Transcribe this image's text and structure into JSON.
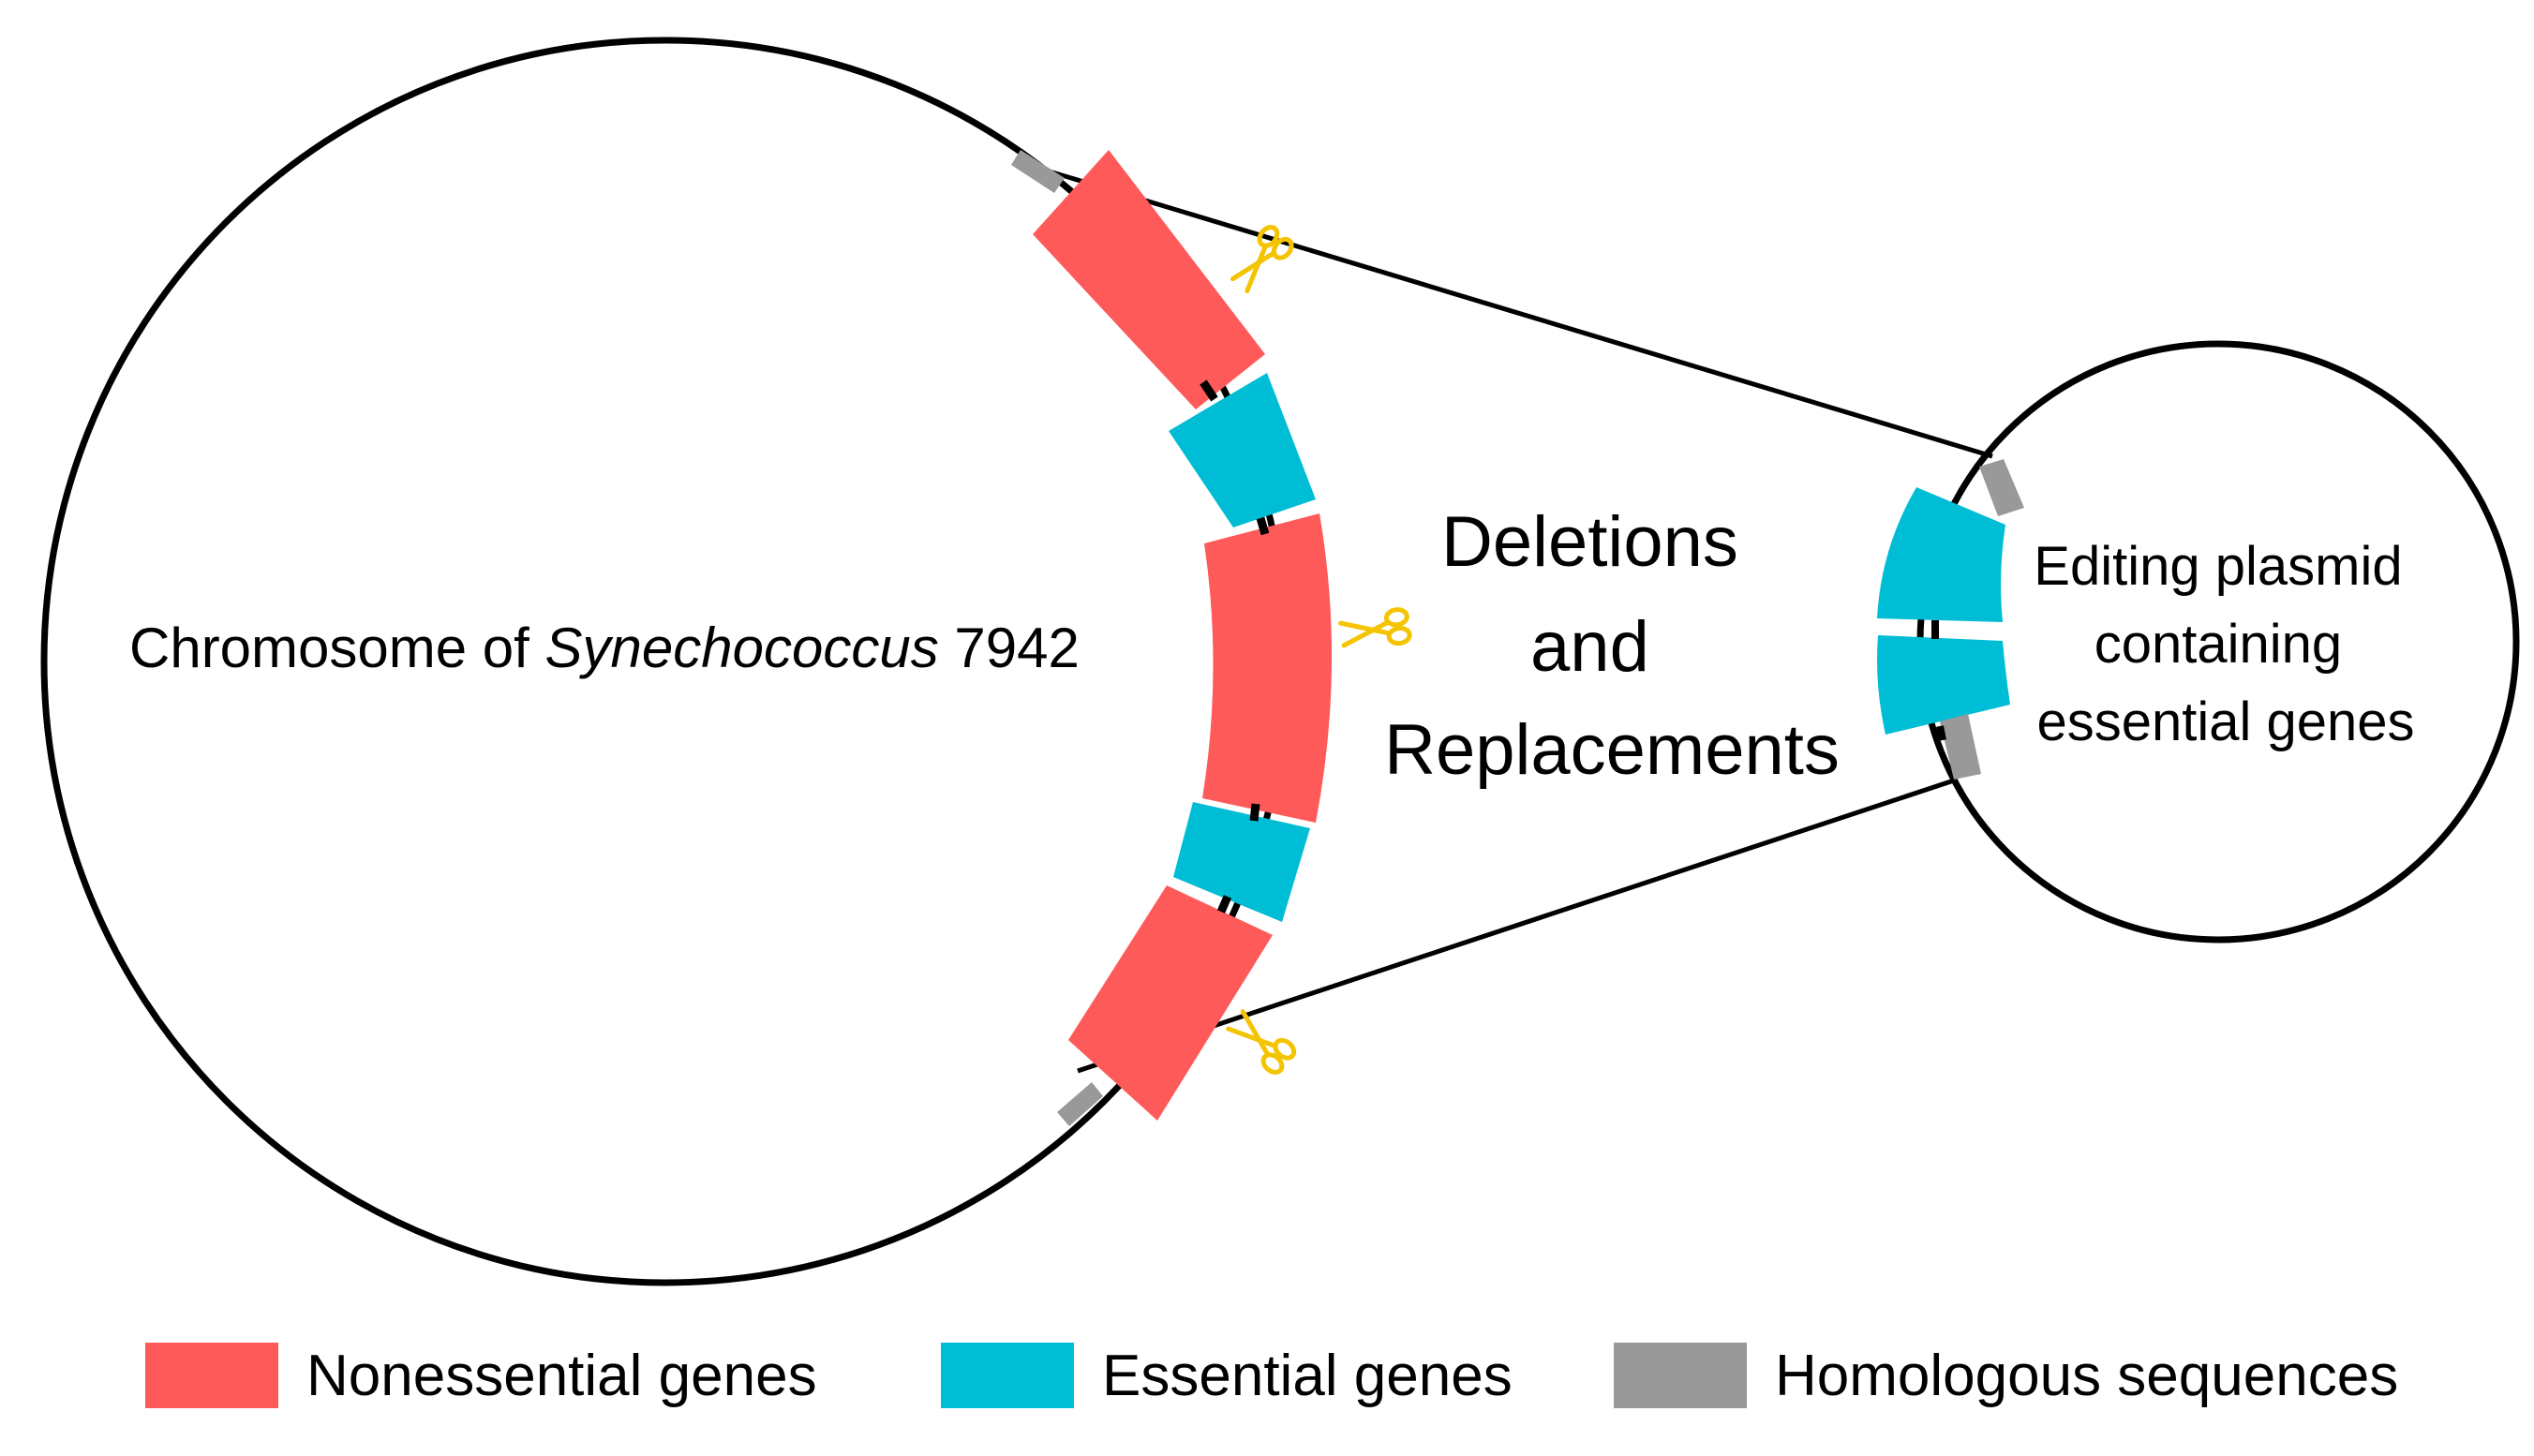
{
  "chromosome": {
    "label_pre": "Chromosome of ",
    "label_italic": "Synechococcus",
    "label_post": " 7942"
  },
  "center_label": [
    "Deletions",
    "and",
    "Replacements"
  ],
  "plasmid": {
    "label_lines": [
      "Editing plasmid",
      "containing",
      "essential genes"
    ]
  },
  "legend": [
    {
      "key": "nonessential",
      "label": "Nonessential genes",
      "color": "#fe5a59"
    },
    {
      "key": "essential",
      "label": "Essential genes",
      "color": "#00bdd6"
    },
    {
      "key": "homologous",
      "label": "Homologous sequences",
      "color": "#999999"
    }
  ],
  "colors": {
    "nonessential": "#fe5a59",
    "essential": "#00bdd6",
    "homologous": "#999999",
    "scissors": "#f5c400",
    "outline": "#000000"
  },
  "chromosome_segments": [
    "homologous",
    "nonessential",
    "essential",
    "nonessential",
    "essential",
    "nonessential",
    "homologous"
  ],
  "plasmid_segments": [
    "homologous",
    "essential",
    "essential",
    "homologous"
  ],
  "icons": [
    "scissors-icon",
    "scissors-icon",
    "scissors-icon"
  ]
}
